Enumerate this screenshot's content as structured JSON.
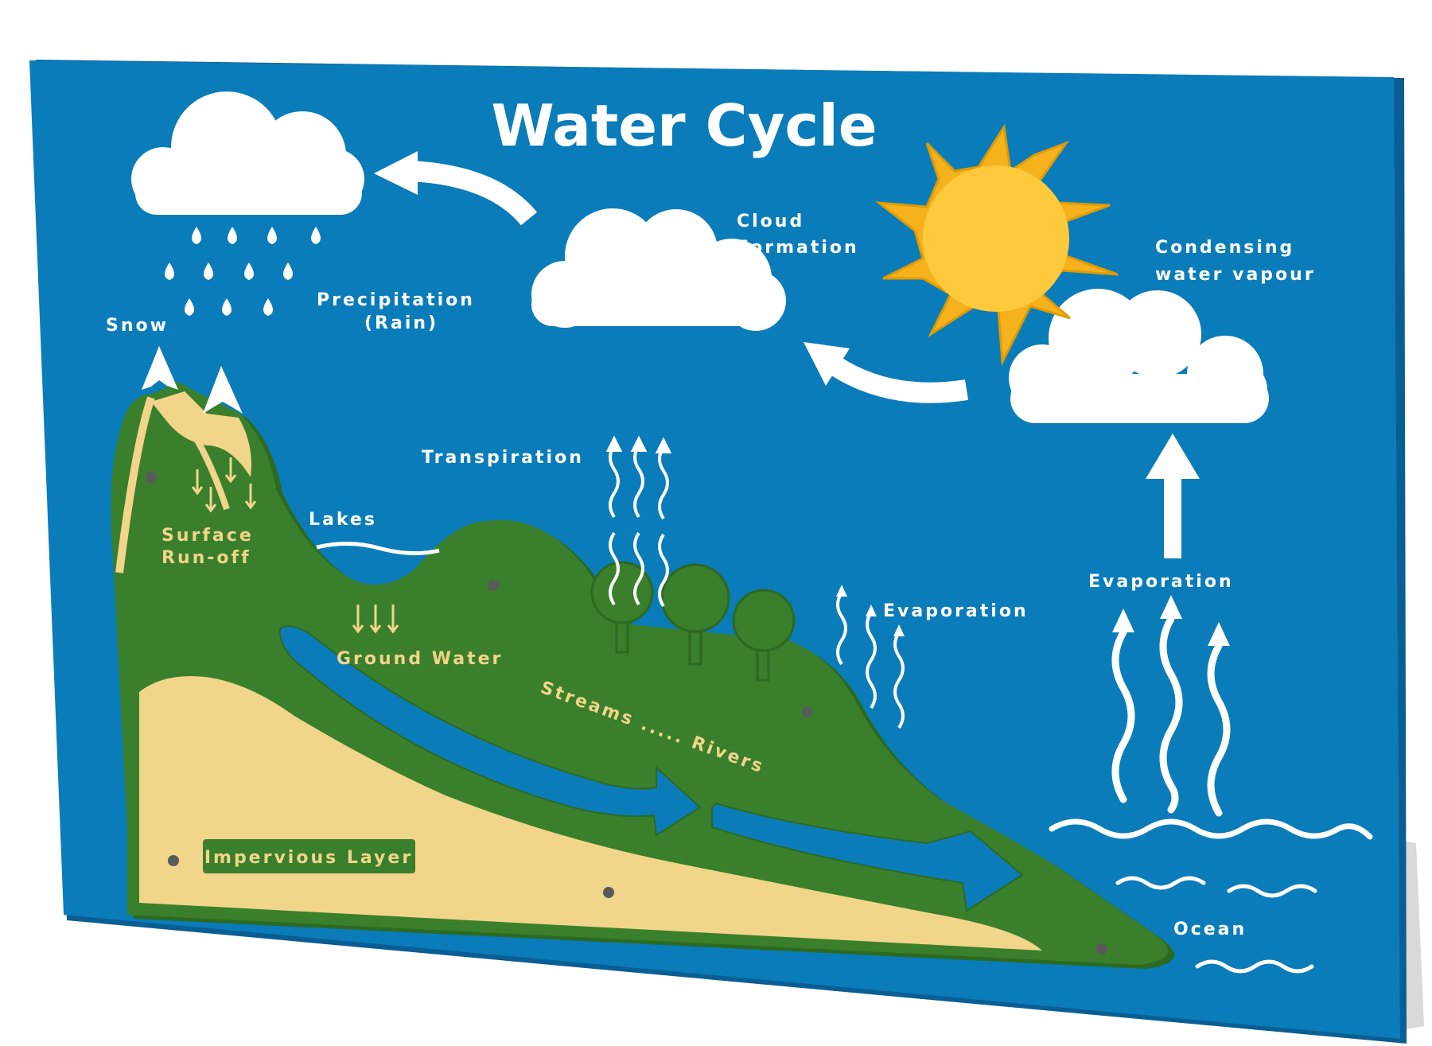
{
  "title": "Water Cycle",
  "labels": {
    "snow": "Snow",
    "precipitation_line1": "Precipitation",
    "precipitation_line2": "(Rain)",
    "cloud_formation_line1": "Cloud",
    "cloud_formation_line2": "Formation",
    "condensing_line1": "Condensing",
    "condensing_line2": "water vapour",
    "transpiration": "Transpiration",
    "lakes": "Lakes",
    "surface_runoff_line1": "Surface",
    "surface_runoff_line2": "Run-off",
    "ground_water": "Ground Water",
    "streams_rivers": "Streams ..... Rivers",
    "evaporation_land": "Evaporation",
    "evaporation_ocean": "Evaporation",
    "impervious_layer": "Impervious Layer",
    "ocean": "Ocean"
  },
  "colors": {
    "board": "#0a7cba",
    "board_edge": "#0a5e93",
    "land_green": "#3a7f2c",
    "land_dark": "#2b6a20",
    "sand": "#f1d58a",
    "sun": "#ffc93c",
    "white": "#ffffff"
  },
  "icons": [
    "cloud-icon",
    "sun-icon",
    "raindrop-icon",
    "tree-icon",
    "arrow-icon",
    "wave-icon",
    "snow-peak-icon"
  ]
}
